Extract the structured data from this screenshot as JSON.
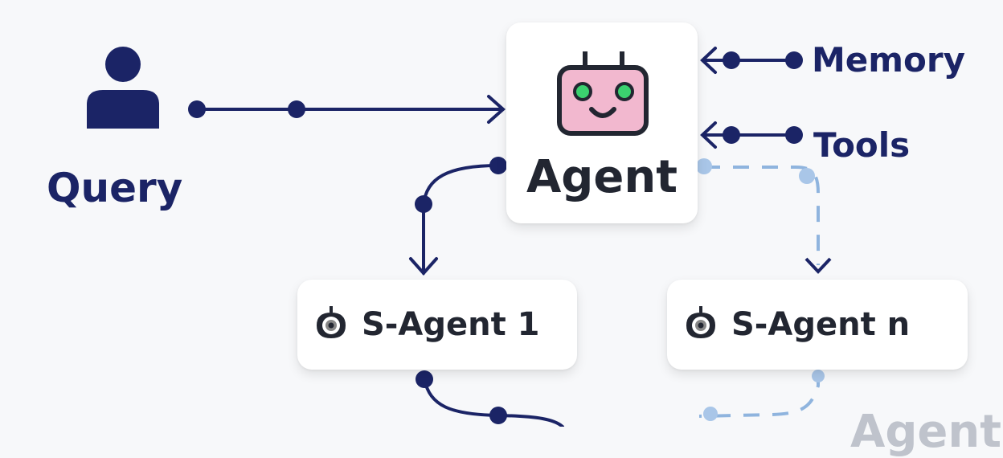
{
  "nodes": {
    "query": {
      "label": "Query",
      "icon": "user-icon"
    },
    "agent": {
      "label": "Agent",
      "icon": "robot-icon"
    },
    "memory": {
      "label": "Memory"
    },
    "tools": {
      "label": "Tools"
    },
    "sub_agent_1": {
      "label": "S-Agent 1",
      "icon": "robot-eye-icon"
    },
    "sub_agent_n": {
      "label": "S-Agent n",
      "icon": "robot-eye-icon"
    },
    "partial_agent": {
      "label": "Agent"
    }
  },
  "colors": {
    "navy": "#1b2466",
    "dashed": "#8fb4de",
    "robot_face": "#f2b8cf",
    "robot_eyes": "#3bd16f"
  }
}
